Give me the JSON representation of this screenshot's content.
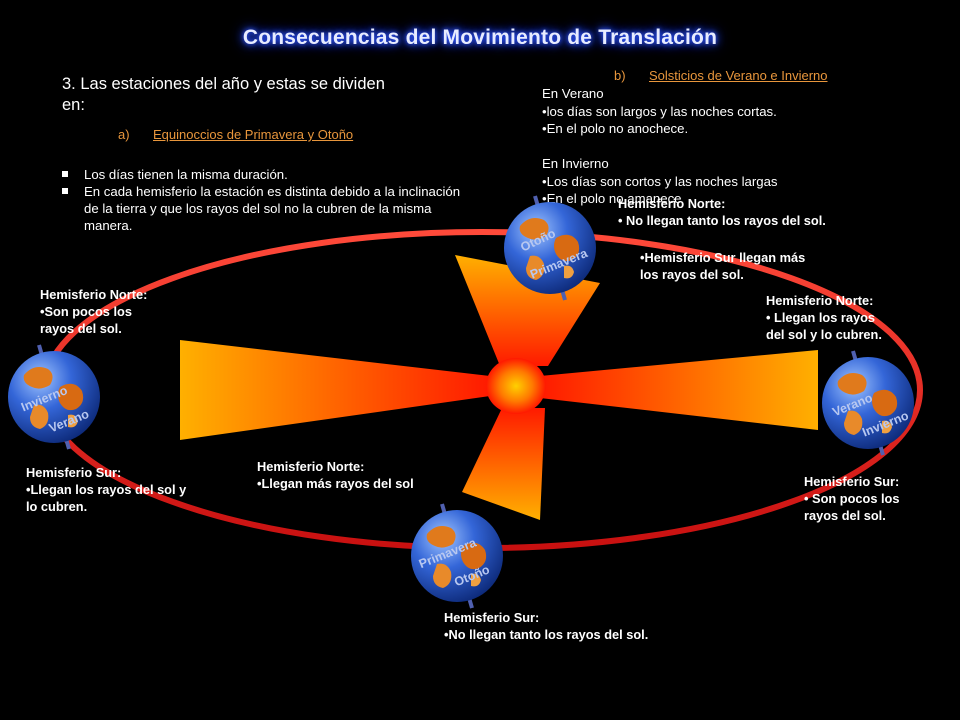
{
  "title": "Consecuencias del Movimiento de Translación",
  "intro": "3. Las estaciones del año y estas  se dividen en:",
  "equinox": {
    "marker": "a)",
    "label": "Equinoccios de Primavera y Otoño",
    "bullets": [
      "Los días tienen la misma duración.",
      "En cada hemisferio la estación es distinta debido a la inclinación de la tierra y que los rayos del sol  no la cubren  de la misma manera."
    ]
  },
  "solstice": {
    "marker": "b)",
    "label": "Solsticios de Verano e Invierno",
    "lines": [
      "En Verano",
      "•los días son largos y las noches cortas.",
      "•En el polo no anochece.",
      "",
      "En Invierno",
      "•Los días son cortos y las noches largas",
      "•En el polo no amanece"
    ]
  },
  "globes": {
    "top": {
      "upper": "Otoño",
      "lower": "Primavera"
    },
    "left": {
      "upper": "Invierno",
      "lower": "Verano"
    },
    "right": {
      "upper": "Verano",
      "lower": "Invierno"
    },
    "bottom": {
      "upper": "Primavera",
      "lower": "Otoño"
    }
  },
  "captions": {
    "top_north": [
      "Hemisferio Norte:",
      "• No llegan tanto los rayos del sol."
    ],
    "top_south": [
      "•Hemisferio Sur llegan más",
      "los rayos del sol."
    ],
    "left_north": [
      "Hemisferio Norte:",
      "•Son pocos los",
      "rayos del sol."
    ],
    "left_south": [
      "Hemisferio Sur:",
      "•Llegan los rayos del sol y",
      "lo cubren."
    ],
    "right_north": [
      "Hemisferio Norte:",
      "• Llegan los rayos",
      "del sol y lo cubren."
    ],
    "right_south": [
      "Hemisferio Sur:",
      "• Son pocos los",
      "rayos del sol."
    ],
    "bottom_north": [
      "Hemisferio Norte:",
      "•Llegan más rayos del sol"
    ],
    "bottom_south": [
      "Hemisferio Sur:",
      "•No llegan tanto los rayos del sol."
    ]
  },
  "colors": {
    "orbit": "#e82020",
    "title_glow": "#2f55ff",
    "link": "#e8963c",
    "beam_inner": "#ff1a00",
    "beam_outer": "#ffb000",
    "ocean": "#2d5fd6",
    "land": "#e07a1c"
  }
}
